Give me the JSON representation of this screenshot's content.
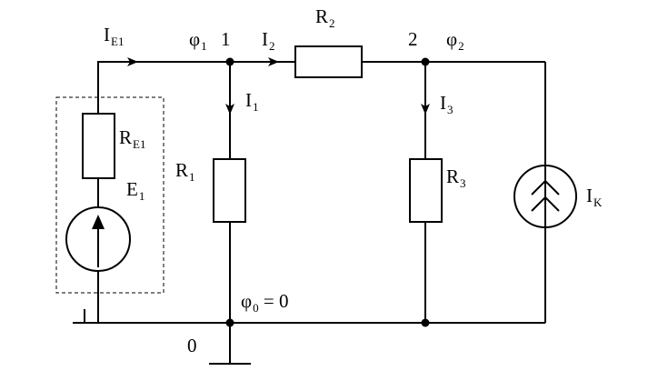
{
  "circuit": {
    "currents": {
      "ie1": {
        "main": "I",
        "sub": "E1"
      },
      "i1": {
        "main": "I",
        "sub": "1"
      },
      "i2": {
        "main": "I",
        "sub": "2"
      },
      "i3": {
        "main": "I",
        "sub": "3"
      },
      "ik": {
        "main": "I",
        "sub": "K"
      }
    },
    "resistors": {
      "re1": {
        "main": "R",
        "sub": "E1"
      },
      "r1": {
        "main": "R",
        "sub": "1"
      },
      "r2": {
        "main": "R",
        "sub": "2"
      },
      "r3": {
        "main": "R",
        "sub": "3"
      }
    },
    "sources": {
      "e1": {
        "main": "E",
        "sub": "1"
      }
    },
    "potentials": {
      "phi1": {
        "main": "φ",
        "sub": "1"
      },
      "phi2": {
        "main": "φ",
        "sub": "2"
      },
      "phi0": {
        "main": "φ",
        "sub": "0",
        "rest": " = 0"
      }
    },
    "nodes": {
      "n1": "1",
      "n2": "2",
      "n0": "0"
    }
  }
}
